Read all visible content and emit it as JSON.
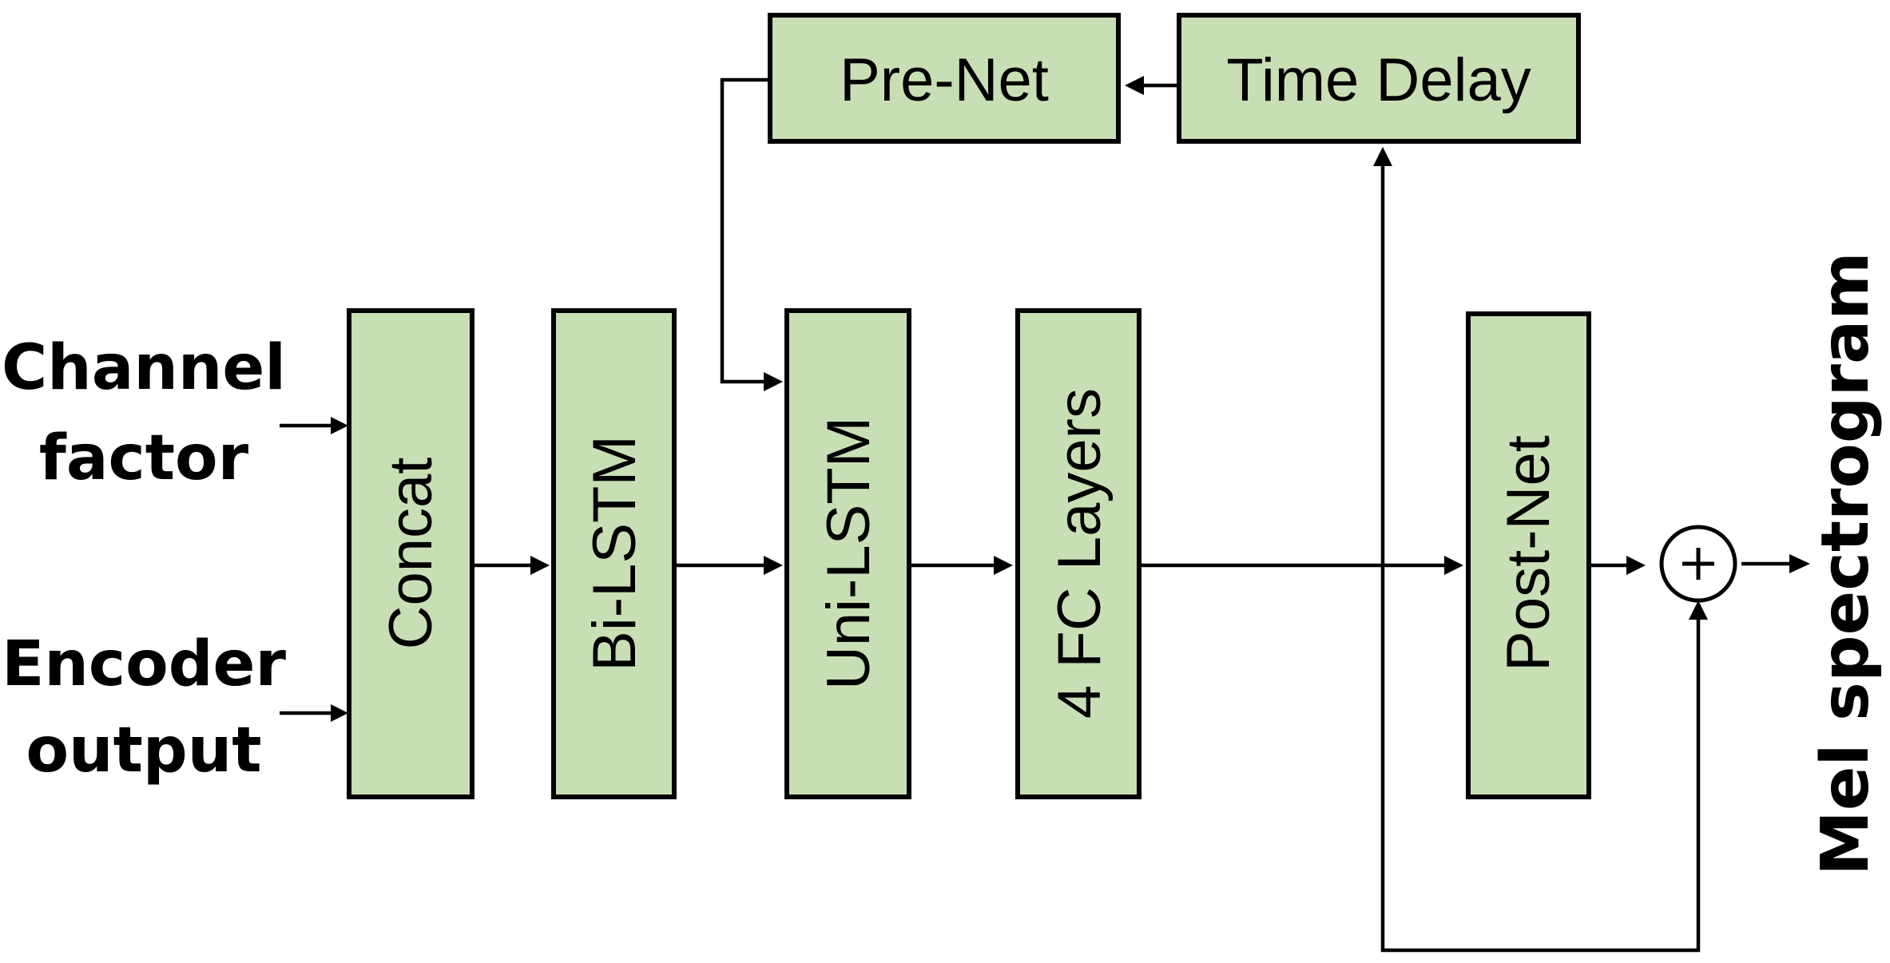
{
  "inputs": {
    "channel_factor": [
      "Channel",
      "factor"
    ],
    "encoder_output": [
      "Encoder",
      "output"
    ]
  },
  "blocks": {
    "concat": "Concat",
    "bi_lstm": "Bi-LSTM",
    "uni_lstm": "Uni-LSTM",
    "fc_layers": "4 FC Layers",
    "post_net": "Post-Net",
    "pre_net": "Pre-Net",
    "time_delay": "Time Delay"
  },
  "output": "Mel spectrogram",
  "colors": {
    "block_fill": "#c8dfb5",
    "stroke": "#000000",
    "background": "#ffffff"
  },
  "icons": {
    "sum": "circled-plus-icon"
  }
}
